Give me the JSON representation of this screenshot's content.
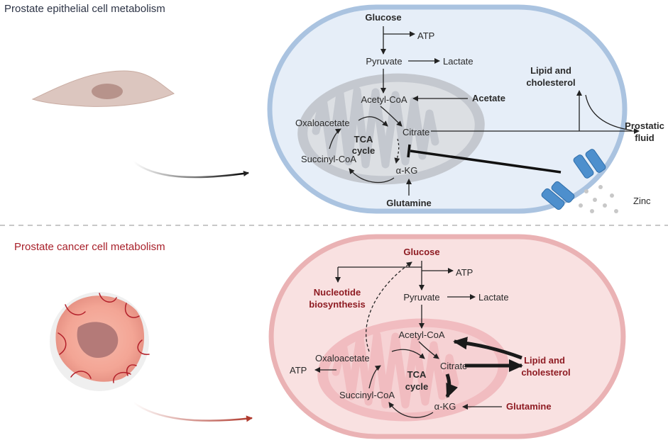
{
  "top": {
    "title": "Prostate epithelial cell metabolism",
    "glucose": "Glucose",
    "atp": "ATP",
    "pyruvate": "Pyruvate",
    "lactate": "Lactate",
    "acetyl_coa": "Acetyl-CoA",
    "acetate": "Acetate",
    "oxaloacetate": "Oxaloacetate",
    "citrate": "Citrate",
    "tca_line1": "TCA",
    "tca_line2": "cycle",
    "succinyl_coa": "Succinyl-CoA",
    "akg": "α-KG",
    "glutamine": "Glutamine",
    "lipid_line1": "Lipid and",
    "lipid_line2": "cholesterol",
    "prostatic_line1": "Prostatic",
    "prostatic_line2": "fluid",
    "zinc": "Zinc"
  },
  "bottom": {
    "title": "Prostate cancer cell metabolism",
    "glucose": "Glucose",
    "atp_top": "ATP",
    "nucleotide_line1": "Nucleotide",
    "nucleotide_line2": "biosynthesis",
    "pyruvate": "Pyruvate",
    "lactate": "Lactate",
    "acetyl_coa": "Acetyl-CoA",
    "oxaloacetate": "Oxaloacetate",
    "citrate": "Citrate",
    "tca_line1": "TCA",
    "tca_line2": "cycle",
    "succinyl_coa": "Succinyl-CoA",
    "akg": "α-KG",
    "glutamine": "Glutamine",
    "lipid_line1": "Lipid and",
    "lipid_line2": "cholesterol",
    "atp_left": "ATP"
  },
  "colors": {
    "top_title": "#2d3446",
    "bottom_title": "#a8202a",
    "cancer_label": "#8e1b22",
    "top_cell_fill": "#e6eef8",
    "top_cell_stroke": "#aac3e0",
    "bottom_cell_fill": "#f9e1e1",
    "bottom_cell_stroke": "#eab2b4"
  }
}
